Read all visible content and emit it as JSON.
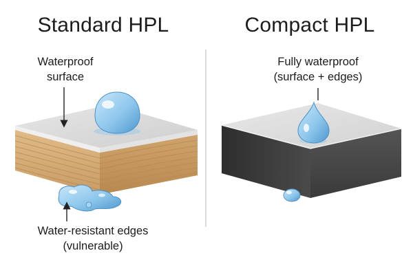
{
  "panels": [
    {
      "title": "Standard HPL",
      "top_label": [
        "Waterproof",
        "surface"
      ],
      "bottom_label": [
        "Water-resistant edges",
        "(vulnerable)"
      ]
    },
    {
      "title": "Compact HPL",
      "top_label": [
        "Fully waterproof",
        "(surface + edges)"
      ]
    }
  ],
  "colors": {
    "laminate_top": "#dcdcdc",
    "wood_core": "#d8b27e",
    "wood_grain": "#b88a55",
    "compact_core": "#3c3c3c",
    "water": "#8ec7ec",
    "divider": "#d0d0d0"
  }
}
